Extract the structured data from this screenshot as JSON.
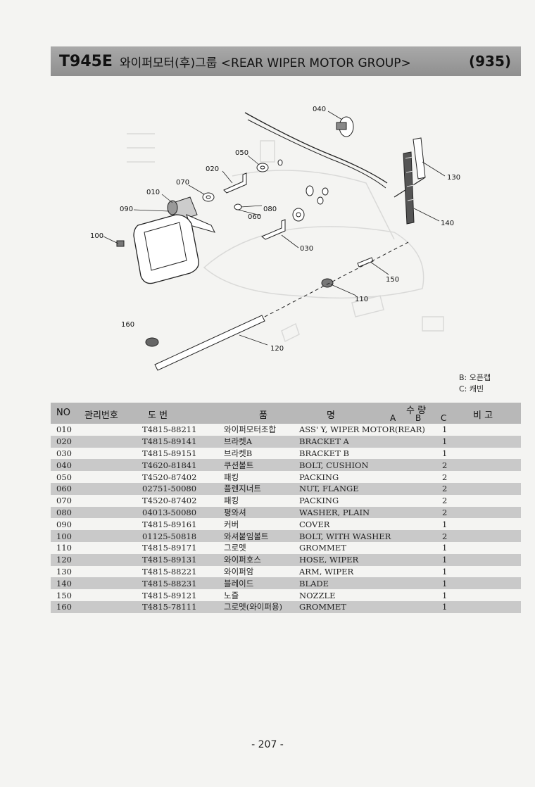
{
  "header": {
    "code": "T945E",
    "title": "와이퍼모터(후)그룹 <REAR WIPER MOTOR GROUP>",
    "page_code": "(935)"
  },
  "diagram": {
    "labels": [
      "040",
      "050",
      "020",
      "070",
      "010",
      "090",
      "080",
      "060",
      "100",
      "030",
      "130",
      "140",
      "150",
      "110",
      "160",
      "120"
    ]
  },
  "legend": {
    "b": "B: 오픈캡",
    "c": "C: 캐빈"
  },
  "table": {
    "headers": {
      "no": "NO",
      "mgmt": "관리번호",
      "drawing": "도   번",
      "name1": "품",
      "name2": "명",
      "qty": "수 량",
      "a": "A",
      "b": "B",
      "c": "C",
      "remark": "비   고"
    },
    "rows": [
      {
        "no": "010",
        "part": "T4815-88211",
        "kr": "와이퍼모터조합",
        "en": "ASS' Y, WIPER MOTOR(REAR)",
        "qty": "1"
      },
      {
        "no": "020",
        "part": "T4815-89141",
        "kr": "브라켓A",
        "en": "BRACKET A",
        "qty": "1"
      },
      {
        "no": "030",
        "part": "T4815-89151",
        "kr": "브라켓B",
        "en": "BRACKET B",
        "qty": "1"
      },
      {
        "no": "040",
        "part": "T4620-81841",
        "kr": "쿠션볼트",
        "en": "BOLT, CUSHION",
        "qty": "2"
      },
      {
        "no": "050",
        "part": "T4520-87402",
        "kr": "패킹",
        "en": "PACKING",
        "qty": "2"
      },
      {
        "no": "060",
        "part": "02751-50080",
        "kr": "플렌지너트",
        "en": "NUT, FLANGE",
        "qty": "2"
      },
      {
        "no": "070",
        "part": "T4520-87402",
        "kr": "패킹",
        "en": "PACKING",
        "qty": "2"
      },
      {
        "no": "080",
        "part": "04013-50080",
        "kr": "평와셔",
        "en": "WASHER, PLAIN",
        "qty": "2"
      },
      {
        "no": "090",
        "part": "T4815-89161",
        "kr": "커버",
        "en": "COVER",
        "qty": "1"
      },
      {
        "no": "100",
        "part": "01125-50818",
        "kr": "와셔붙임볼트",
        "en": "BOLT, WITH WASHER",
        "qty": "2"
      },
      {
        "no": "110",
        "part": "T4815-89171",
        "kr": "그로멧",
        "en": "GROMMET",
        "qty": "1"
      },
      {
        "no": "120",
        "part": "T4815-89131",
        "kr": "와이퍼호스",
        "en": "HOSE, WIPER",
        "qty": "1"
      },
      {
        "no": "130",
        "part": "T4815-88221",
        "kr": "와이퍼암",
        "en": "ARM, WIPER",
        "qty": "1"
      },
      {
        "no": "140",
        "part": "T4815-88231",
        "kr": "블레이드",
        "en": "BLADE",
        "qty": "1"
      },
      {
        "no": "150",
        "part": "T4815-89121",
        "kr": "노즐",
        "en": "NOZZLE",
        "qty": "1"
      },
      {
        "no": "160",
        "part": "T4815-78111",
        "kr": "그로멧(와이퍼용)",
        "en": "GROMMET",
        "qty": "1"
      }
    ]
  },
  "footer": {
    "page": "- 207 -"
  }
}
